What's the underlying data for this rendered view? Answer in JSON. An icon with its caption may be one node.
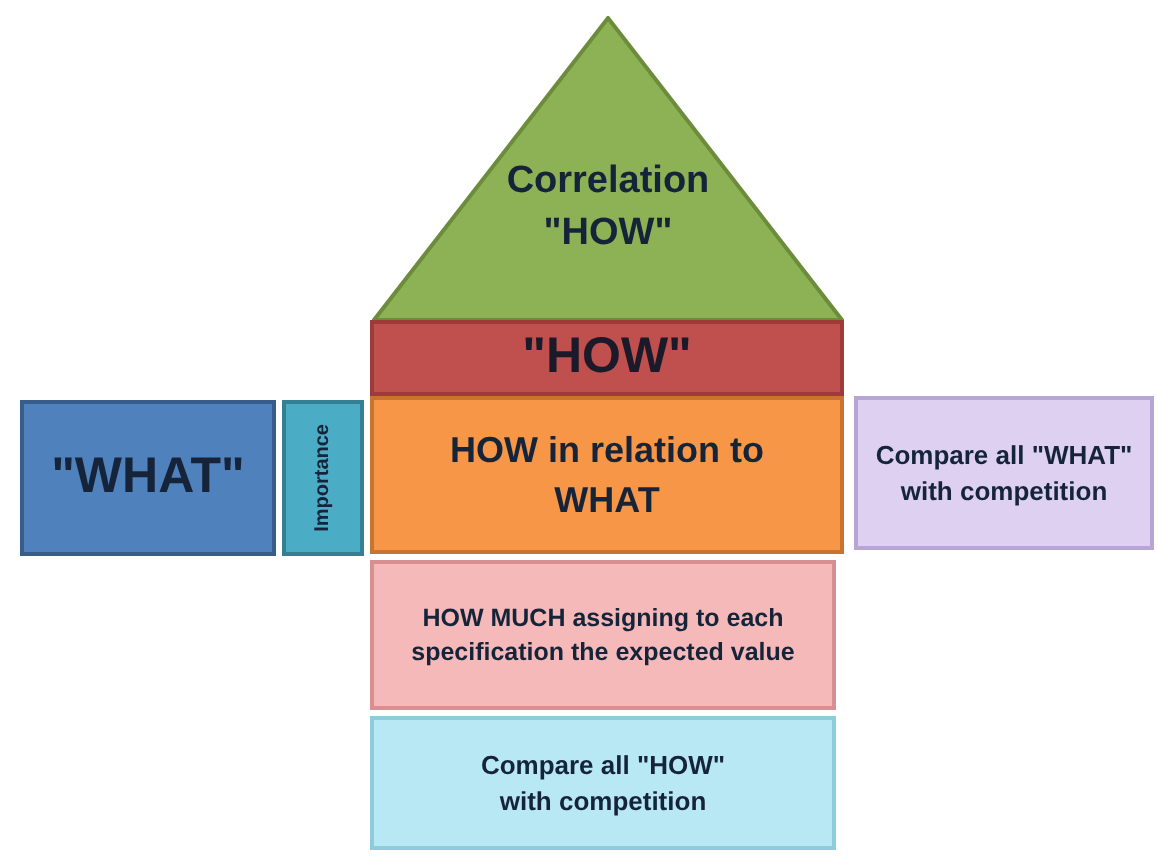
{
  "diagram": {
    "nodes": [
      {
        "text": [
          "Correlation \"HOW\""
        ]
      },
      {
        "text": [
          "\"HOW\""
        ]
      },
      {
        "text": [
          "\"WHAT\""
        ]
      },
      {
        "text": [
          "Importance"
        ]
      },
      {
        "text": [
          "HOW in relation to WHAT"
        ]
      },
      {
        "text": [
          "Compare all \"WHAT\" with competition"
        ]
      },
      {
        "text": [
          "HOW MUCH assigning to each specification the expected value"
        ]
      },
      {
        "text": [
          "Compare all \"HOW\" with competition"
        ]
      }
    ]
  }
}
